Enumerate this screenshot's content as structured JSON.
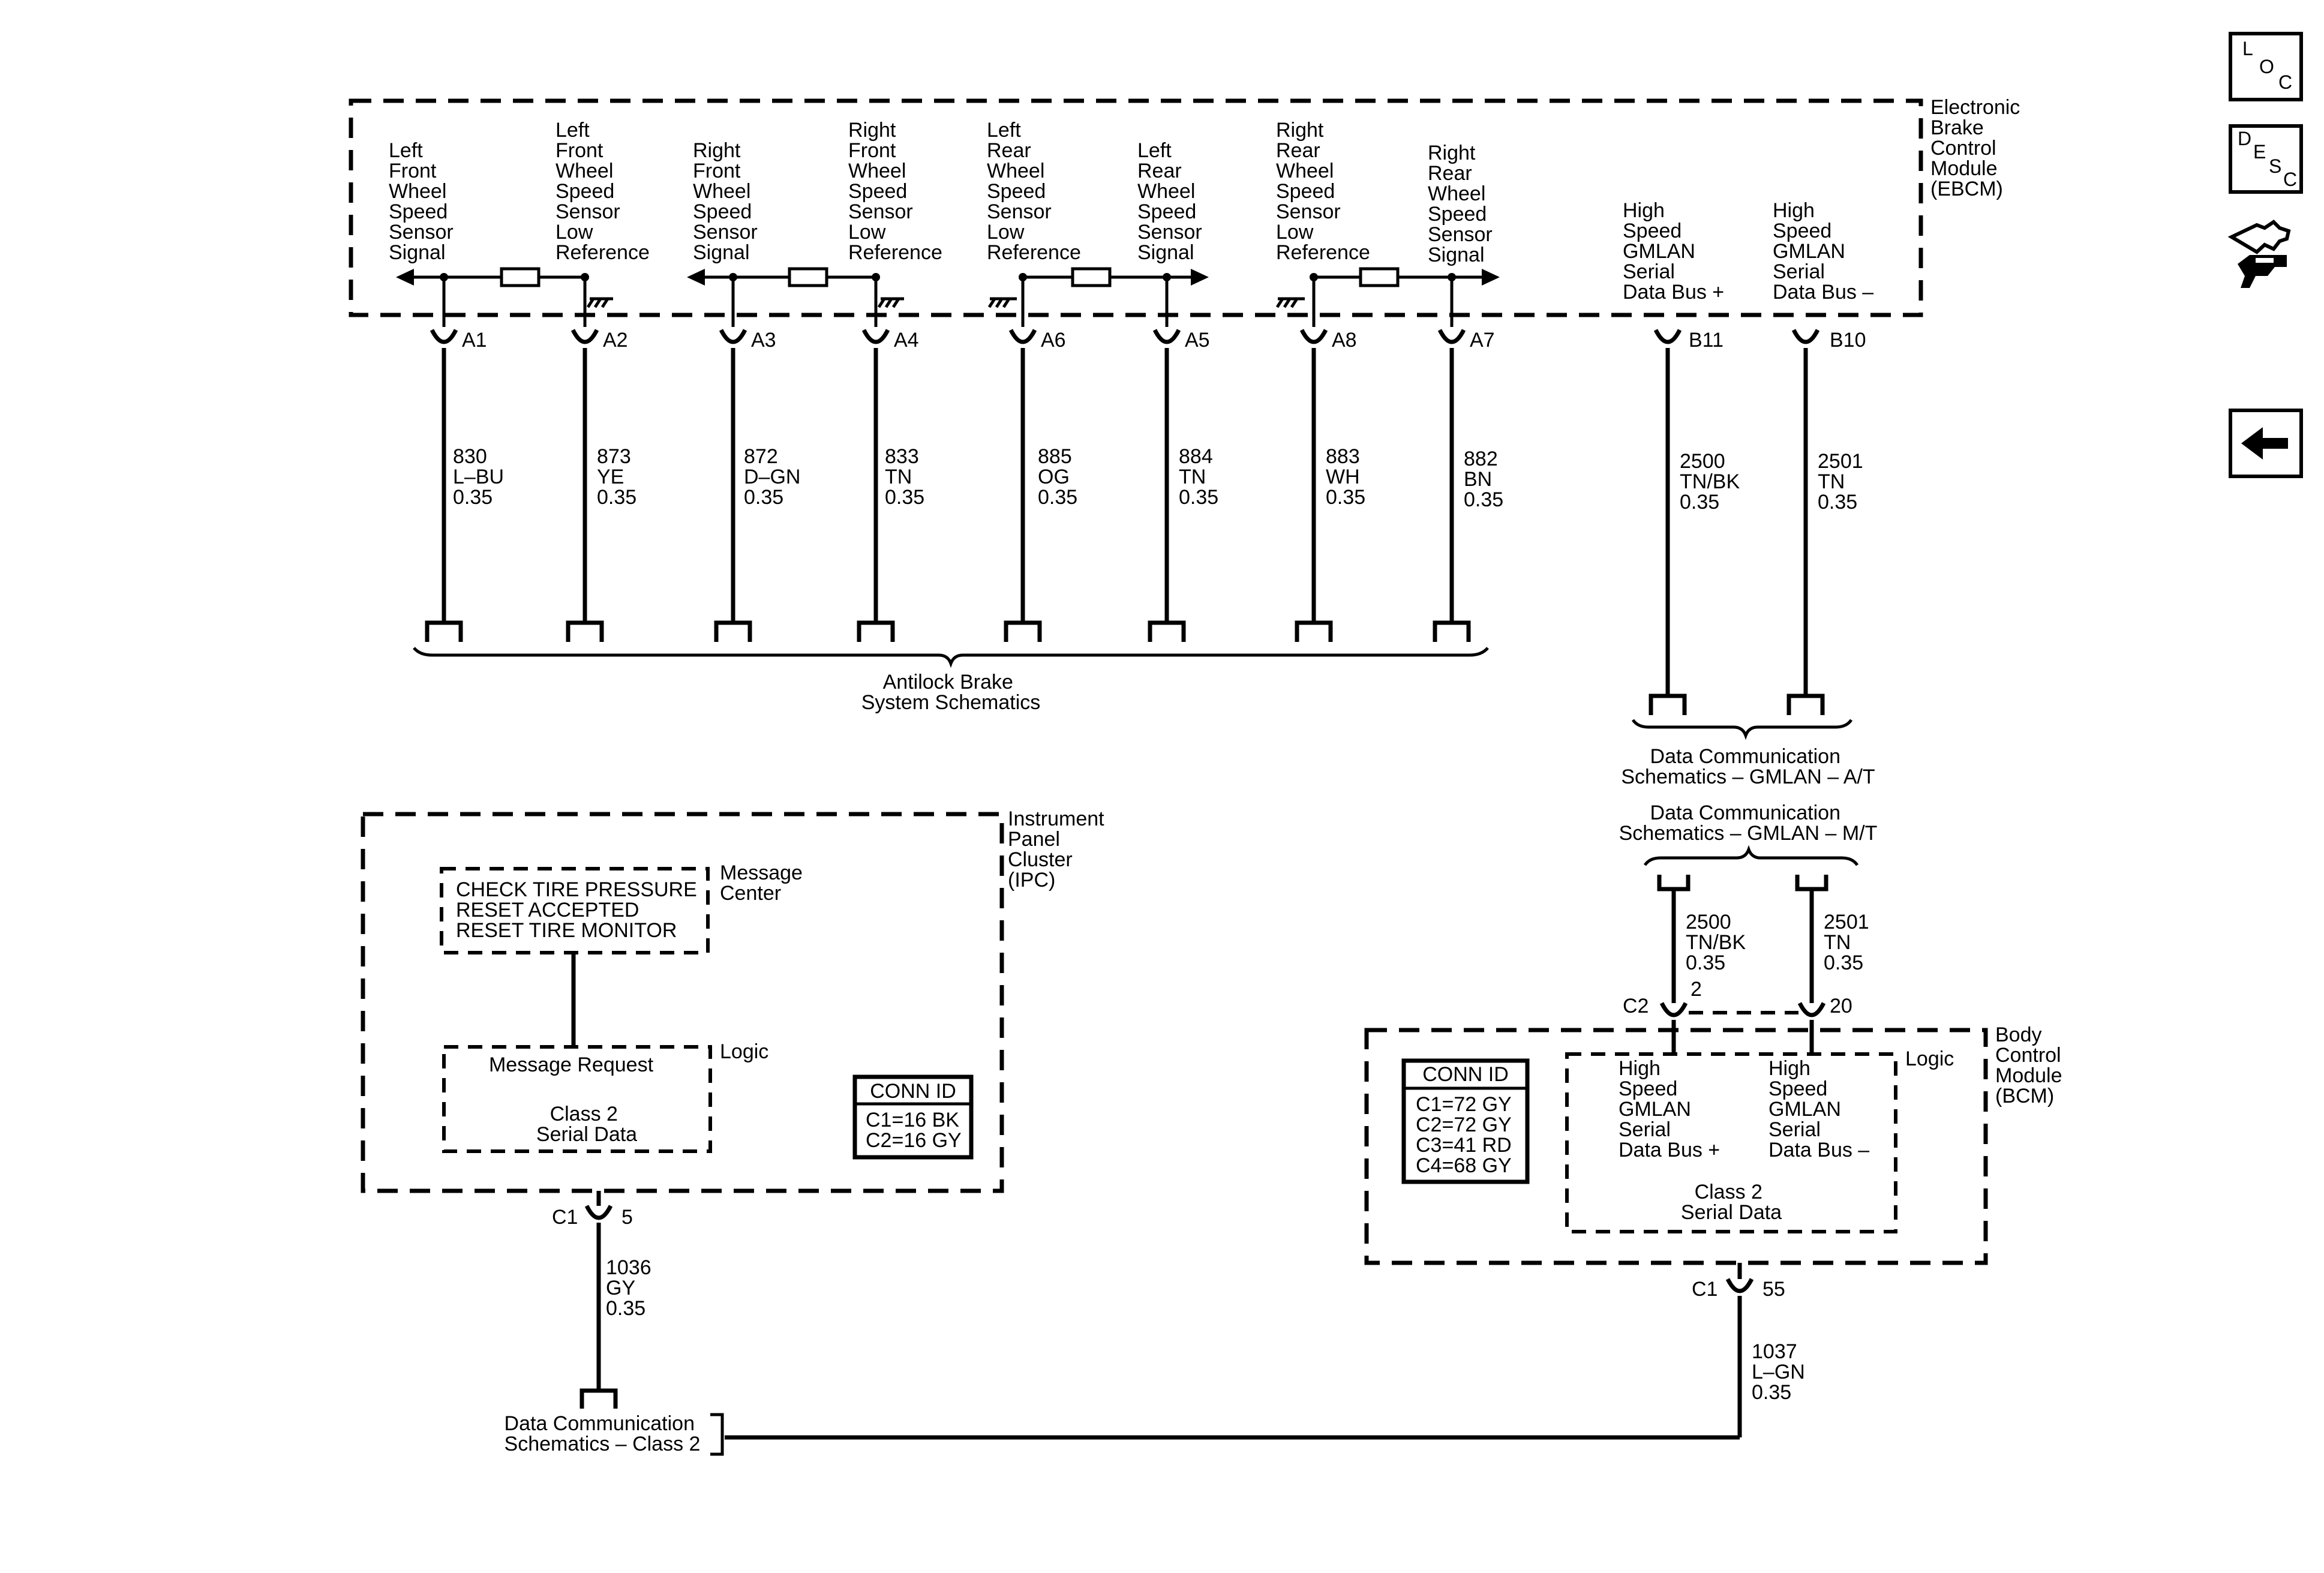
{
  "ebcm": {
    "title": [
      "Electronic",
      "Brake",
      "Control",
      "Module",
      "(EBCM)"
    ],
    "pins": [
      {
        "id": "A1",
        "label": [
          "Left",
          "Front",
          "Wheel",
          "Speed",
          "Sensor",
          "Signal"
        ],
        "circuit": "830",
        "color": "L–BU",
        "gauge": "0.35"
      },
      {
        "id": "A2",
        "label": [
          "Left",
          "Front",
          "Wheel",
          "Speed",
          "Sensor",
          "Low",
          "Reference"
        ],
        "circuit": "873",
        "color": "YE",
        "gauge": "0.35"
      },
      {
        "id": "A3",
        "label": [
          "Right",
          "Front",
          "Wheel",
          "Speed",
          "Sensor",
          "Signal"
        ],
        "circuit": "872",
        "color": "D–GN",
        "gauge": "0.35"
      },
      {
        "id": "A4",
        "label": [
          "Right",
          "Front",
          "Wheel",
          "Speed",
          "Sensor",
          "Low",
          "Reference"
        ],
        "circuit": "833",
        "color": "TN",
        "gauge": "0.35"
      },
      {
        "id": "A6",
        "label": [
          "Left",
          "Rear",
          "Wheel",
          "Speed",
          "Sensor",
          "Low",
          "Reference"
        ],
        "circuit": "885",
        "color": "OG",
        "gauge": "0.35"
      },
      {
        "id": "A5",
        "label": [
          "Left",
          "Rear",
          "Wheel",
          "Speed",
          "Sensor",
          "Signal"
        ],
        "circuit": "884",
        "color": "TN",
        "gauge": "0.35"
      },
      {
        "id": "A8",
        "label": [
          "Right",
          "Rear",
          "Wheel",
          "Speed",
          "Sensor",
          "Low",
          "Reference"
        ],
        "circuit": "883",
        "color": "WH",
        "gauge": "0.35"
      },
      {
        "id": "A7",
        "label": [
          "Right",
          "Rear",
          "Wheel",
          "Speed",
          "Sensor",
          "Signal"
        ],
        "circuit": "882",
        "color": "BN",
        "gauge": "0.35"
      },
      {
        "id": "B11",
        "label": [
          "High",
          "Speed",
          "GMLAN",
          "Serial",
          "Data Bus +"
        ],
        "circuit": "2500",
        "color": "TN/BK",
        "gauge": "0.35"
      },
      {
        "id": "B10",
        "label": [
          "High",
          "Speed",
          "GMLAN",
          "Serial",
          "Data Bus –"
        ],
        "circuit": "2501",
        "color": "TN",
        "gauge": "0.35"
      }
    ]
  },
  "abs_ref": [
    "Antilock Brake",
    "System Schematics"
  ],
  "gmlan_at_ref": [
    "Data Communication",
    "Schematics – GMLAN – A/T"
  ],
  "gmlan_mt_ref": [
    "Data Communication",
    "Schematics – GMLAN – M/T"
  ],
  "bcm_wires": [
    {
      "circuit": "2500",
      "color": "TN/BK",
      "gauge": "0.35",
      "pin": "2"
    },
    {
      "circuit": "2501",
      "color": "TN",
      "gauge": "0.35",
      "pin": "20"
    }
  ],
  "bcm": {
    "title": [
      "Body",
      "Control",
      "Module",
      "(BCM)"
    ],
    "connector": "C2",
    "logic_label": "Logic",
    "bus_plus": [
      "High",
      "Speed",
      "GMLAN",
      "Serial",
      "Data Bus +"
    ],
    "bus_minus": [
      "High",
      "Speed",
      "GMLAN",
      "Serial",
      "Data Bus –"
    ],
    "class2": [
      "Class 2",
      "Serial Data"
    ],
    "conn_id_title": "CONN ID",
    "conn_ids": [
      "C1=72 GY",
      "C2=72 GY",
      "C3=41 RD",
      "C4=68 GY"
    ],
    "out_connector": "C1",
    "out_pin": "55",
    "out_wire": {
      "circuit": "1037",
      "color": "L–GN",
      "gauge": "0.35"
    }
  },
  "ipc": {
    "title": [
      "Instrument",
      "Panel",
      "Cluster",
      "(IPC)"
    ],
    "message_center_label": [
      "Message",
      "Center"
    ],
    "messages": [
      "CHECK TIRE PRESSURE",
      "RESET ACCEPTED",
      "RESET TIRE MONITOR"
    ],
    "logic_label": "Logic",
    "message_request": "Message Request",
    "class2": [
      "Class 2",
      "Serial Data"
    ],
    "conn_id_title": "CONN ID",
    "conn_ids": [
      "C1=16 BK",
      "C2=16 GY"
    ],
    "out_connector": "C1",
    "out_pin": "5",
    "out_wire": {
      "circuit": "1036",
      "color": "GY",
      "gauge": "0.35"
    }
  },
  "class2_ref": [
    "Data Communication",
    "Schematics – Class 2"
  ],
  "nav": {
    "loc": [
      "L",
      "O",
      "C"
    ],
    "desc": [
      "D",
      "E",
      "S",
      "C"
    ]
  }
}
